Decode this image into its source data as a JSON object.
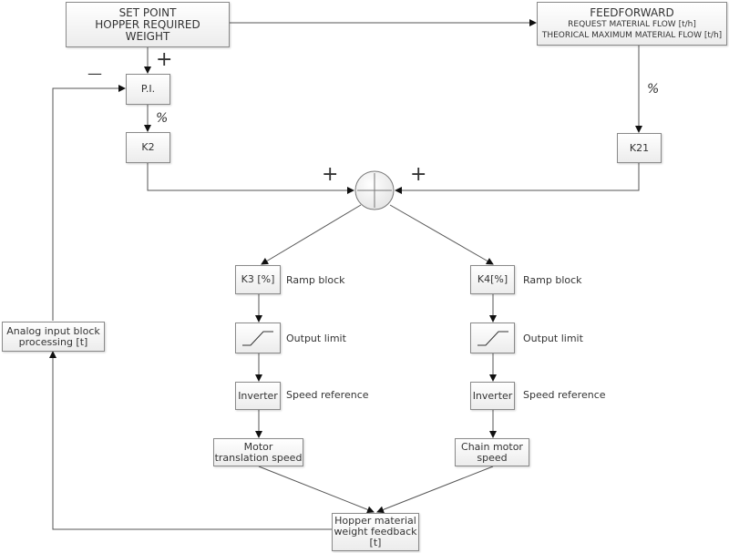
{
  "blocks": {
    "setpoint": [
      "SET POINT",
      "HOPPER REQUIRED",
      "WEIGHT"
    ],
    "feedforward": {
      "title": "FEEDFORWARD",
      "line1": "REQUEST MATERIAL FLOW [t/h]",
      "line2": "THEORICAL MAXIMUM MATERIAL FLOW [t/h]"
    },
    "pi": "P.I.",
    "k2": "K2",
    "k21": "K21",
    "k3": "K3 [%]",
    "k4": "K4[%]",
    "inverter_left": "Inverter",
    "inverter_right": "Inverter",
    "motor_translation": [
      "Motor",
      "translation speed"
    ],
    "chain_motor": [
      "Chain motor",
      "speed"
    ],
    "hopper_feedback": [
      "Hopper material",
      "weight feedback",
      "[t]"
    ],
    "analog_input": [
      "Analog input block",
      "processing [t]"
    ]
  },
  "labels": {
    "ramp_left": "Ramp block",
    "ramp_right": "Ramp block",
    "limit_left": "Output limit",
    "limit_right": "Output limit",
    "speed_left": "Speed reference",
    "speed_right": "Speed reference"
  },
  "signs": {
    "pi_plus": "+",
    "pi_minus": "—",
    "sum_left": "+",
    "sum_right": "+",
    "pct_k2": "%",
    "pct_k21": "%"
  }
}
